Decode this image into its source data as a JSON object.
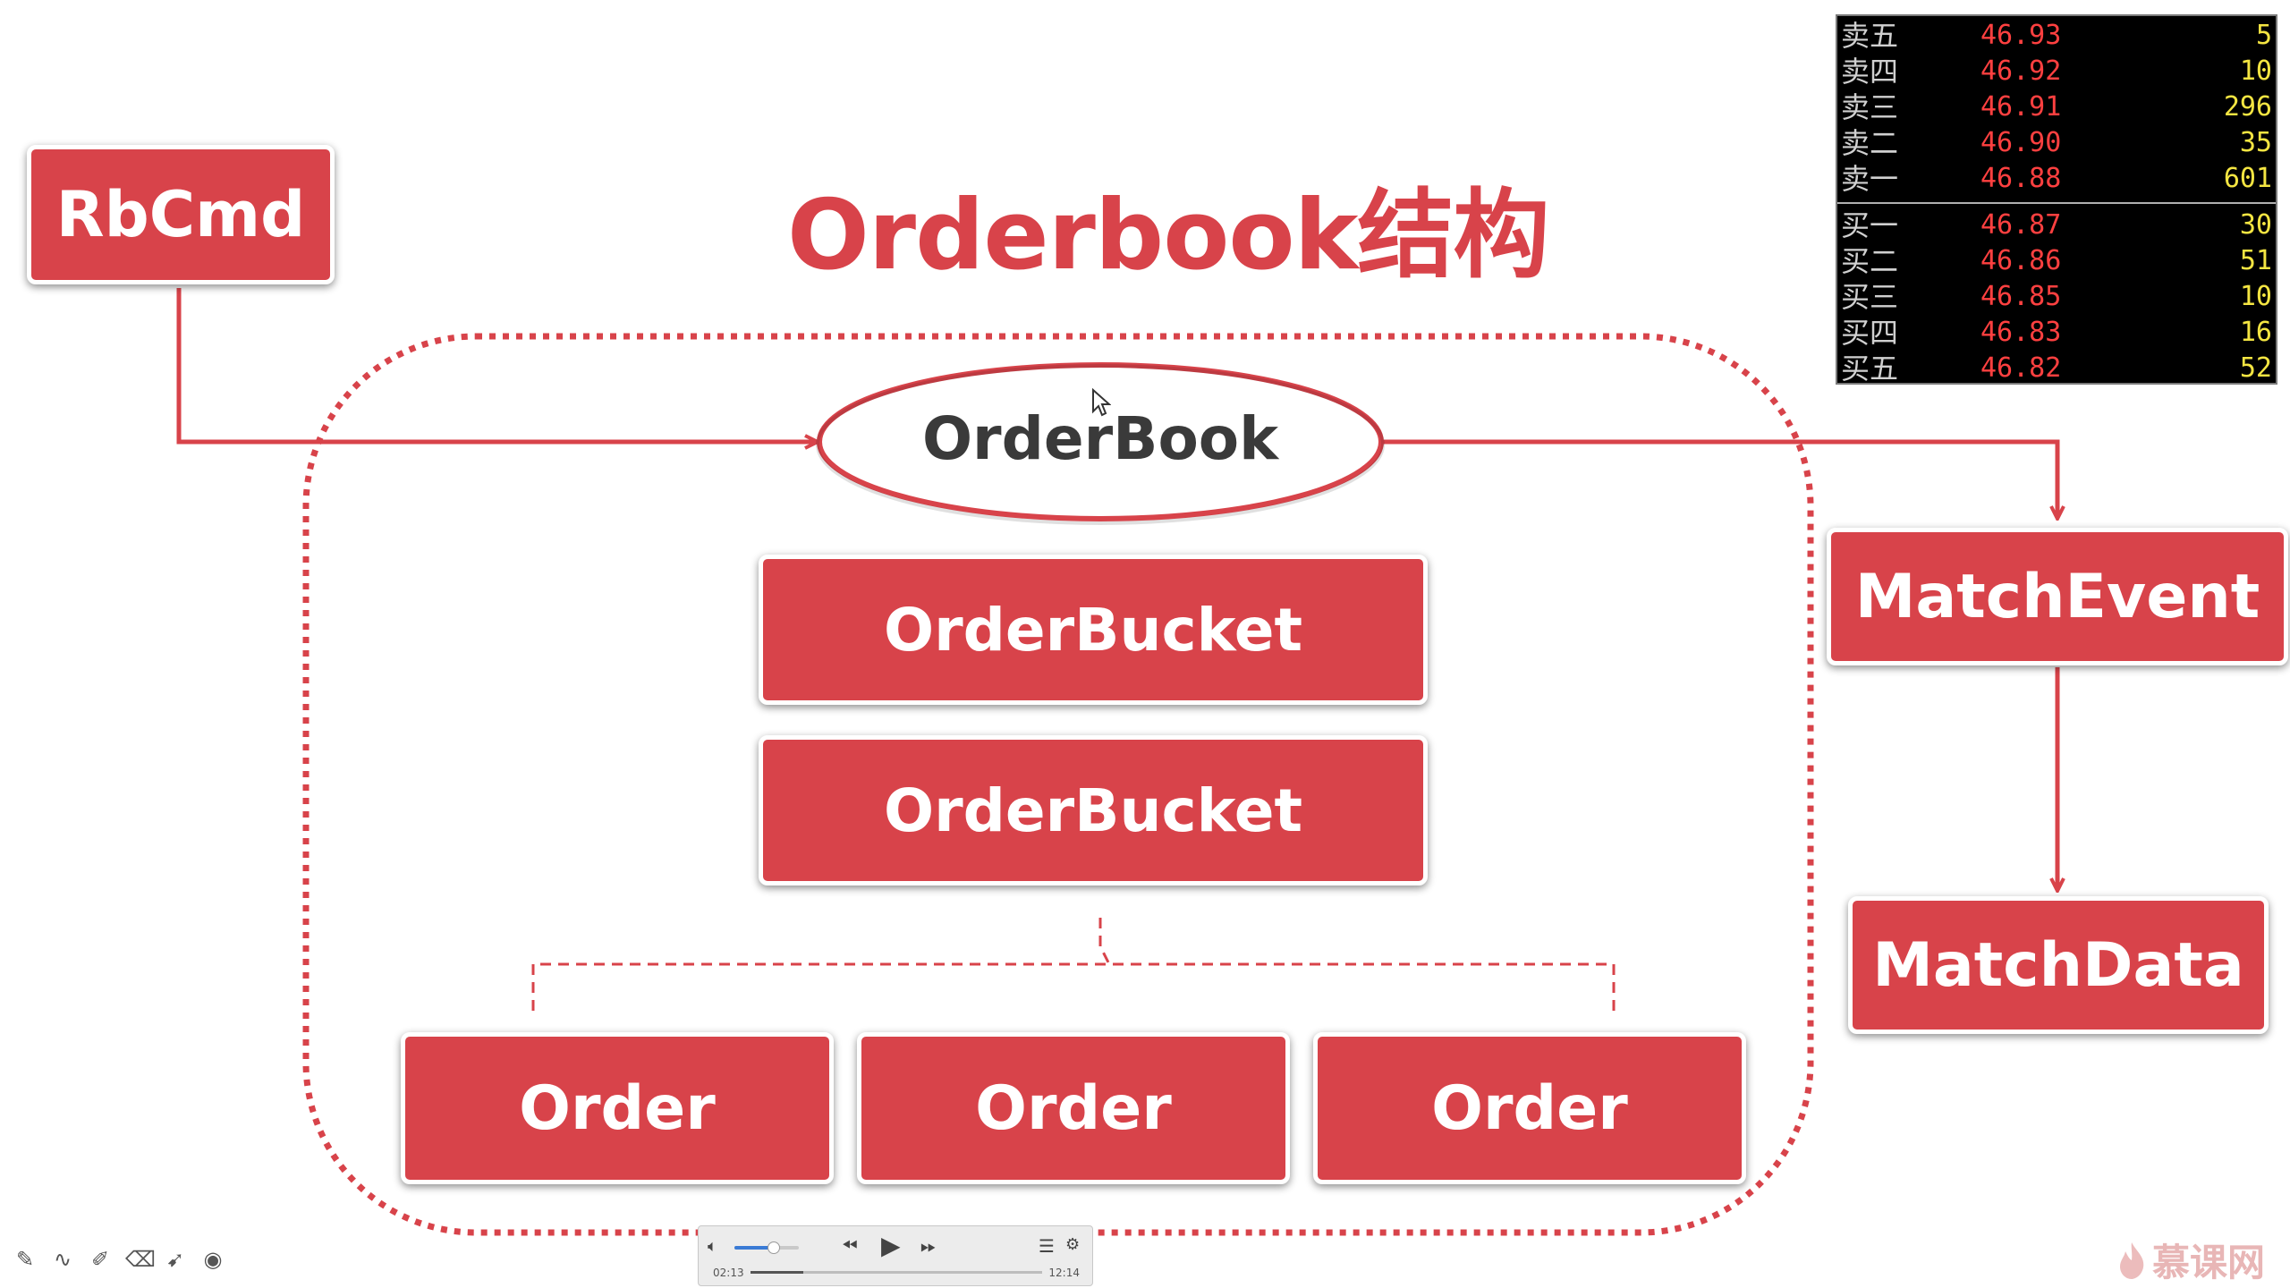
{
  "title": "Orderbook结构",
  "nodes": {
    "rbcmd": "RbCmd",
    "orderbook": "OrderBook",
    "bucket_1": "OrderBucket",
    "bucket_2": "OrderBucket",
    "order_1": "Order",
    "order_2": "Order",
    "order_3": "Order",
    "match_event": "MatchEvent",
    "match_data": "MatchData"
  },
  "quotes": {
    "asks": [
      {
        "label": "卖五",
        "price": "46.93",
        "volume": "5"
      },
      {
        "label": "卖四",
        "price": "46.92",
        "volume": "10"
      },
      {
        "label": "卖三",
        "price": "46.91",
        "volume": "296"
      },
      {
        "label": "卖二",
        "price": "46.90",
        "volume": "35"
      },
      {
        "label": "卖一",
        "price": "46.88",
        "volume": "601"
      }
    ],
    "bids": [
      {
        "label": "买一",
        "price": "46.87",
        "volume": "30"
      },
      {
        "label": "买二",
        "price": "46.86",
        "volume": "51"
      },
      {
        "label": "买三",
        "price": "46.85",
        "volume": "10"
      },
      {
        "label": "买四",
        "price": "46.83",
        "volume": "16"
      },
      {
        "label": "买五",
        "price": "46.82",
        "volume": "52"
      }
    ]
  },
  "player": {
    "current_time": "02:13",
    "total_time": "12:14",
    "progress": 0.18,
    "volume": 0.6
  },
  "toolbar_icons": [
    "pen-icon",
    "curve-icon",
    "highlighter-icon",
    "eraser-icon",
    "pointer-icon",
    "record-icon"
  ],
  "watermark": "慕课网",
  "colors": {
    "accent": "#d8434a",
    "diagram_line": "#d8434a",
    "quote_price": "#ff4040",
    "quote_volume": "#f4e542"
  }
}
